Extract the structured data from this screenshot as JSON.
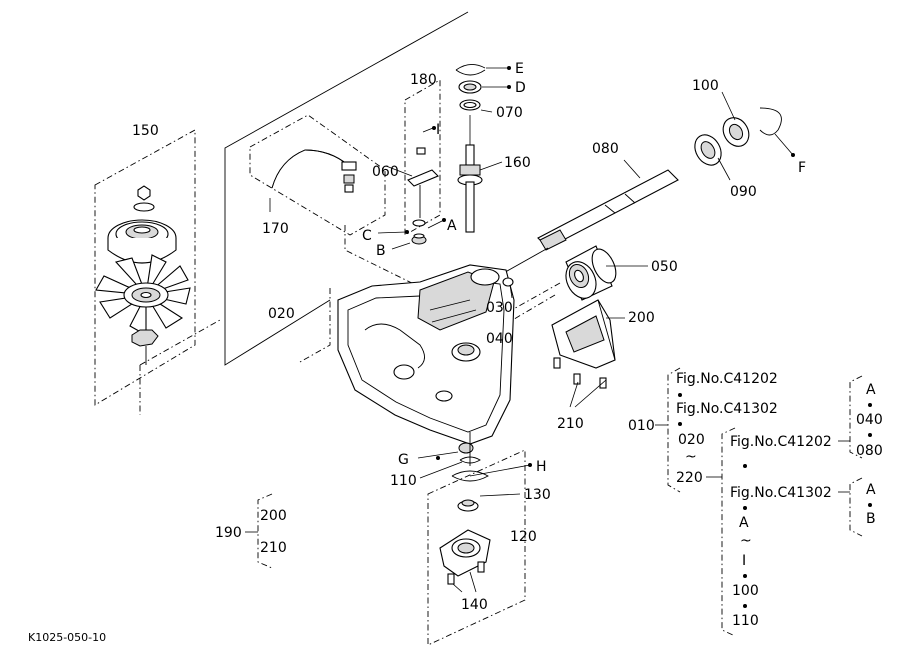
{
  "labels": {
    "l150": "150",
    "l180": "180",
    "l170": "170",
    "l060": "060",
    "lI": "I",
    "lA": "A",
    "lC": "C",
    "lB": "B",
    "lE": "E",
    "lD": "D",
    "l070": "070",
    "l160": "160",
    "l080": "080",
    "l100": "100",
    "l090": "090",
    "lF": "F",
    "l050": "050",
    "l020": "020",
    "l030": "030",
    "l040": "040",
    "l200": "200",
    "l210": "210",
    "lG": "G",
    "lH": "H",
    "l110": "110",
    "l130": "130",
    "l120": "120",
    "l140": "140",
    "l190": "190",
    "l190a": "200",
    "l190b": "210"
  },
  "tree": {
    "root": "010",
    "fig1": "Fig.No.C41202",
    "fig2": "Fig.No.C41302",
    "range_from": "020",
    "range_tilde": "~",
    "range_to": "220",
    "sub_fig1": "Fig.No.C41202",
    "sub_fig1_items": [
      "A",
      "040",
      "080"
    ],
    "sub_fig2": "Fig.No.C41302",
    "sub_fig2_items": [
      "A",
      "B"
    ],
    "sub_list": [
      "A",
      "~",
      "I",
      "100",
      "110"
    ]
  },
  "footer": {
    "code": "K1025-050-10"
  }
}
